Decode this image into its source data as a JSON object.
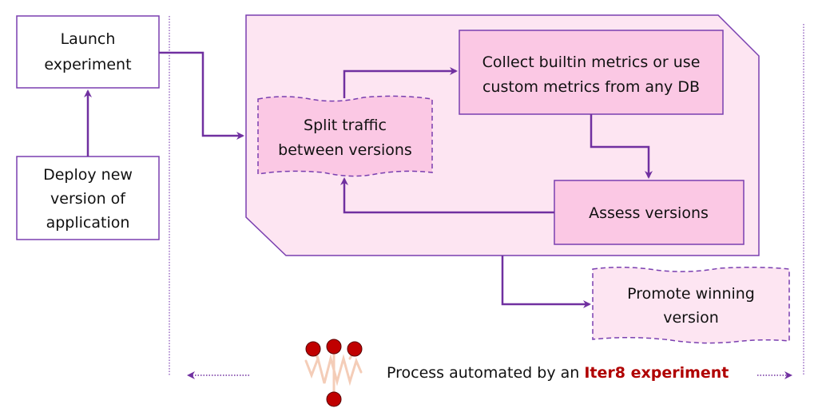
{
  "colors": {
    "stroke": "#7a3fb0",
    "arrow": "#7030a0",
    "panel_fill": "#fde5f2",
    "box_fill": "#fbc8e4",
    "brand_red": "#b00000"
  },
  "nodes": {
    "launch": "Launch experiment",
    "deploy": "Deploy new version of application",
    "split": "Split traffic between versions",
    "collect": "Collect builtin metrics or use custom metrics from any DB",
    "assess": "Assess versions",
    "promote": "Promote winning version"
  },
  "lines": {
    "launch": [
      "Launch",
      "experiment"
    ],
    "deploy": [
      "Deploy new",
      "version of",
      "application"
    ],
    "split": [
      "Split traffic",
      "between versions"
    ],
    "collect": [
      "Collect builtin metrics or use",
      "custom metrics from any DB"
    ],
    "assess": [
      "Assess versions"
    ],
    "promote": [
      "Promote winning",
      "version"
    ]
  },
  "footer": {
    "prefix": "Process automated by an ",
    "brand": "Iter8 experiment",
    "logo": "iter8-logo-icon"
  },
  "edges": [
    {
      "from": "deploy",
      "to": "launch"
    },
    {
      "from": "launch",
      "to": "experiment-panel"
    },
    {
      "from": "split",
      "to": "collect"
    },
    {
      "from": "collect",
      "to": "assess"
    },
    {
      "from": "assess",
      "to": "split"
    },
    {
      "from": "experiment-panel",
      "to": "promote"
    }
  ]
}
